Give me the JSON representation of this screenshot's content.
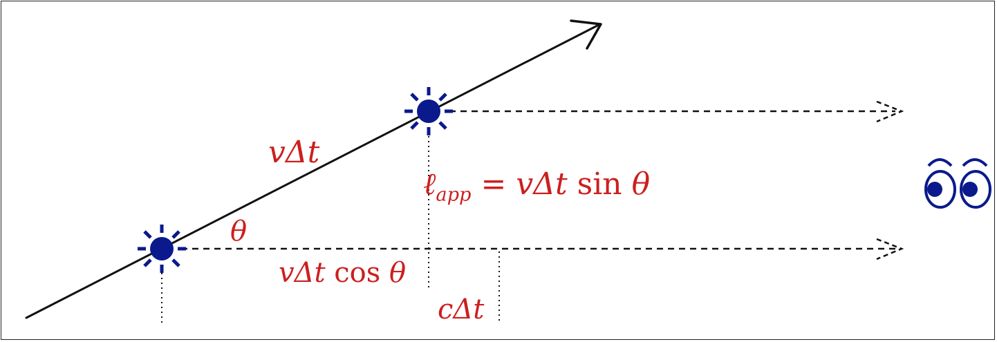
{
  "labels": {
    "v_dt": "vΔt",
    "theta": "θ",
    "l_app_sym": "ℓ",
    "l_app_sub": "app",
    "l_app_rhs_pre": " = vΔt ",
    "l_app_sin": "sin",
    "l_app_theta": " θ",
    "v_dt_cos_pre": "vΔt ",
    "v_dt_cos_fn": "cos",
    "v_dt_cos_theta": " θ",
    "c_dt": "cΔt"
  },
  "icons": {
    "source_early": "glowing-source-icon",
    "source_late": "glowing-source-icon",
    "observer": "eyes-icon"
  },
  "colors": {
    "label": "#cc1f1f",
    "source": "#0a1a8c",
    "line": "#111111"
  }
}
